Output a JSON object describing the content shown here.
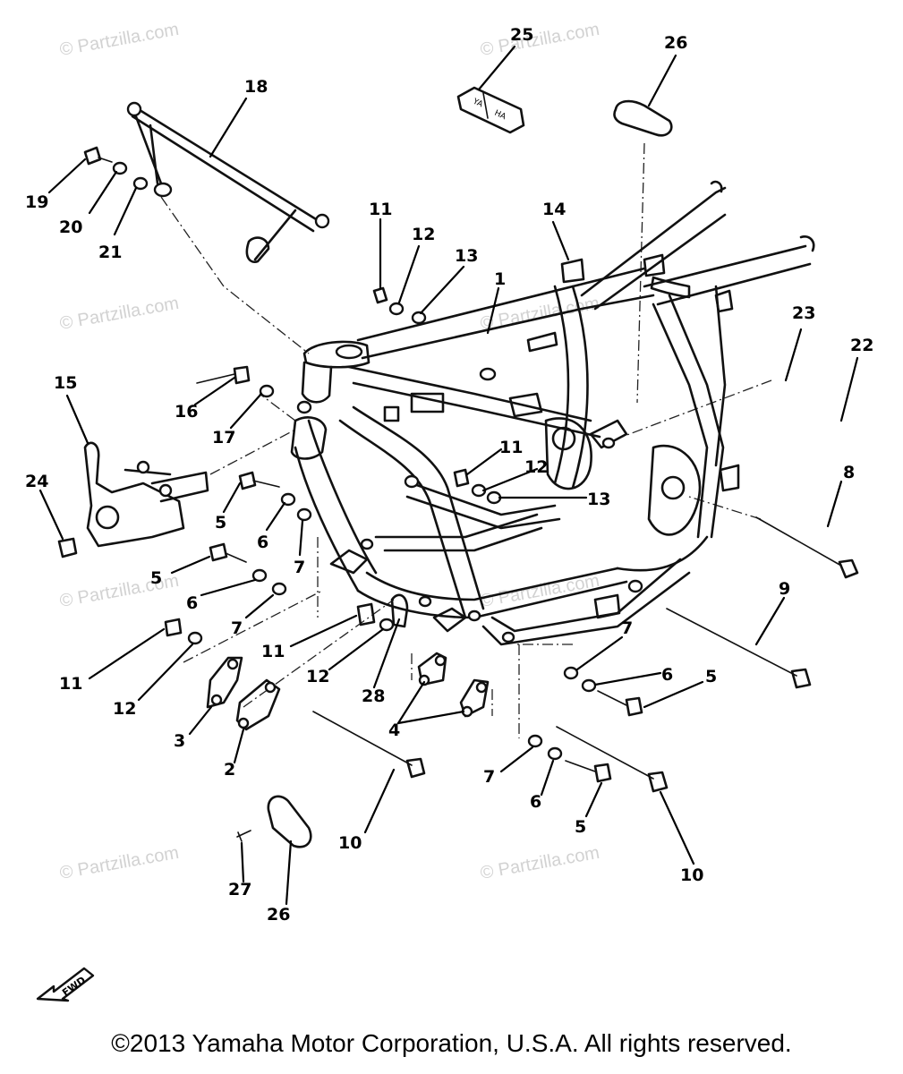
{
  "watermark_text": "© Partzilla.com",
  "copyright": "©2013 Yamaha Motor Corporation, U.S.A. All rights reserved.",
  "fwd_label": "FWD",
  "tag_25_labels": [
    "YA",
    "HA"
  ],
  "callouts": {
    "c1": "1",
    "c2": "2",
    "c3": "3",
    "c4": "4",
    "c5a": "5",
    "c5b": "5",
    "c5c": "5",
    "c5d": "5",
    "c6a": "6",
    "c6b": "6",
    "c6c": "6",
    "c6d": "6",
    "c7a": "7",
    "c7b": "7",
    "c7c": "7",
    "c7d": "7",
    "c8": "8",
    "c9": "9",
    "c10a": "10",
    "c10b": "10",
    "c11a": "11",
    "c11b": "11",
    "c11c": "11",
    "c11d": "11",
    "c12a": "12",
    "c12b": "12",
    "c12c": "12",
    "c12d": "12",
    "c13a": "13",
    "c13b": "13",
    "c14": "14",
    "c15": "15",
    "c16": "16",
    "c17": "17",
    "c18": "18",
    "c19": "19",
    "c20": "20",
    "c21": "21",
    "c22": "22",
    "c23": "23",
    "c24": "24",
    "c25": "25",
    "c26a": "26",
    "c26b": "26",
    "c27": "27",
    "c28": "28"
  }
}
